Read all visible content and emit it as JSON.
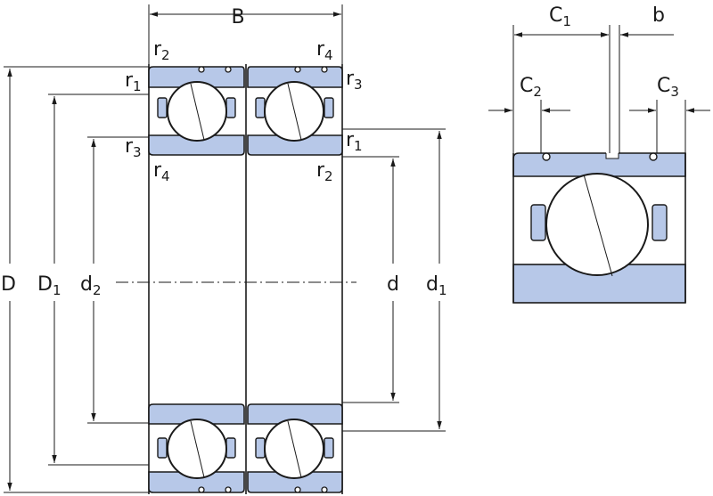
{
  "labels": {
    "B": "B",
    "r_top_left": {
      "main": "r",
      "sub": "2"
    },
    "r_top_right": {
      "main": "r",
      "sub": "4"
    },
    "r_left_outer": {
      "main": "r",
      "sub": "1"
    },
    "r_right_outer": {
      "main": "r",
      "sub": "3"
    },
    "r_left_inner": {
      "main": "r",
      "sub": "3"
    },
    "r_left_inner_b": {
      "main": "r",
      "sub": "4"
    },
    "r_right_inner": {
      "main": "r",
      "sub": "1"
    },
    "r_right_inner_b": {
      "main": "r",
      "sub": "2"
    },
    "D": "D",
    "D1": {
      "main": "D",
      "sub": "1"
    },
    "d2": {
      "main": "d",
      "sub": "2"
    },
    "d": "d",
    "d1": {
      "main": "d",
      "sub": "1"
    },
    "C1": {
      "main": "C",
      "sub": "1"
    },
    "b": "b",
    "C2": {
      "main": "C",
      "sub": "2"
    },
    "C3": {
      "main": "C",
      "sub": "3"
    }
  },
  "colors": {
    "ring_fill": "#b7c8e8",
    "line": "#1a1a1a"
  }
}
